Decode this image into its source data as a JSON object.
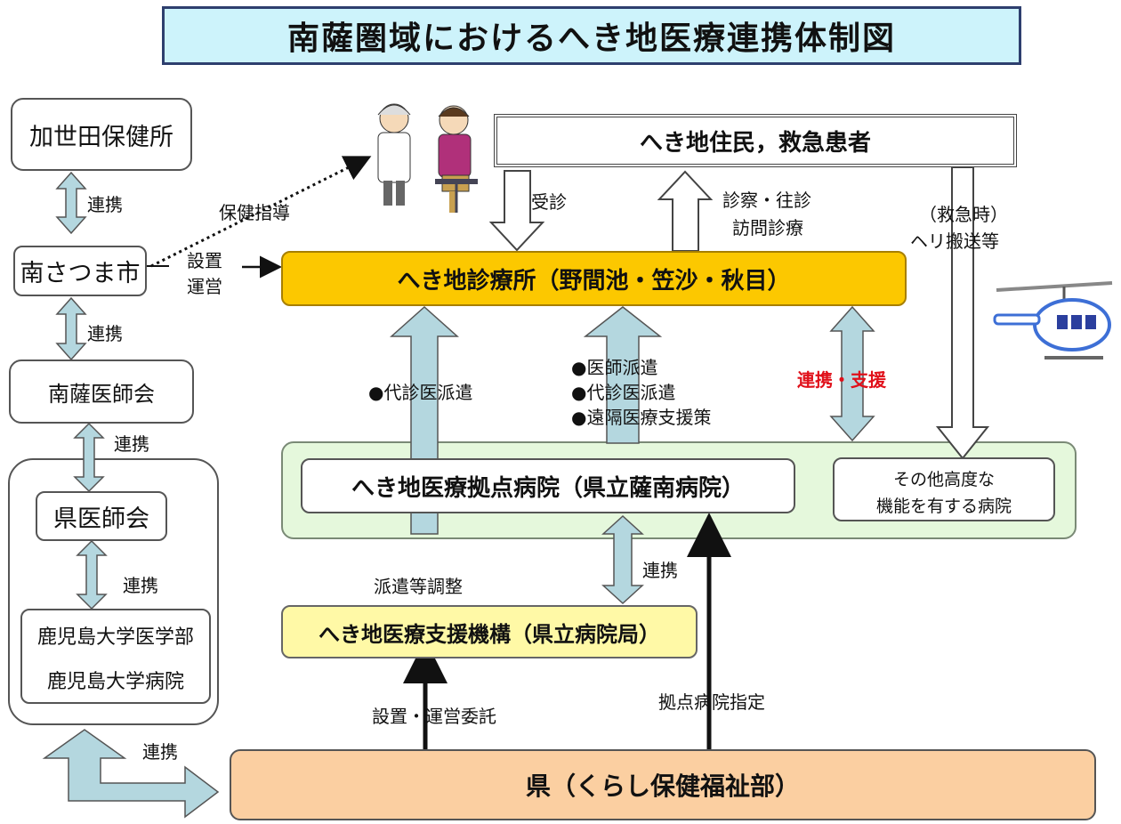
{
  "title": "南薩圏域におけるへき地医療連携体制図",
  "left": {
    "kaseda": "加世田保健所",
    "minamisatsuma": "南さつま市",
    "nansatsu_ishikai": "南薩医師会",
    "ken_ishikai": "県医師会",
    "kagoshima_univ_med": "鹿児島大学医学部",
    "kagoshima_univ_hosp": "鹿児島大学病院",
    "renkei": "連携"
  },
  "residents": "へき地住民，救急患者",
  "clinic": "へき地診療所（野間池・笠沙・秋目）",
  "base_hospital": "へき地医療拠点病院（県立薩南病院）",
  "other_hospital_line1": "その他高度な",
  "other_hospital_line2": "機能を有する病院",
  "support_org": "へき地医療支援機構（県立病院局）",
  "prefecture": "県（くらし保健福祉部）",
  "labels": {
    "hoken_shido": "保健指導",
    "setchi": "設置",
    "unei": "運営",
    "jushin": "受診",
    "shinsatsu": "診察・往診",
    "homon": "訪問診療",
    "kyukyu": "（救急時）",
    "heli": "ヘリ搬送等",
    "daishin": "●代診医派遣",
    "ishi_haken": "●医師派遣",
    "daishin2": "●代診医派遣",
    "enkaku": "●遠隔医療支援策",
    "renkei_shien": "連携・支援",
    "haken_chosei": "派遣等調整",
    "renkei": "連携",
    "setchi_unei_itaku": "設置・運営委託",
    "kyoten_shitei": "拠点病院指定"
  },
  "colors": {
    "title_bg": "#cdf3fb",
    "clinic_bg": "#fcc800",
    "green_bg": "#e5f8dc",
    "support_bg": "#fff9a6",
    "pref_bg": "#fbcfa1",
    "arrow_fill": "#b4d7df",
    "accent_red": "#e0101a"
  }
}
